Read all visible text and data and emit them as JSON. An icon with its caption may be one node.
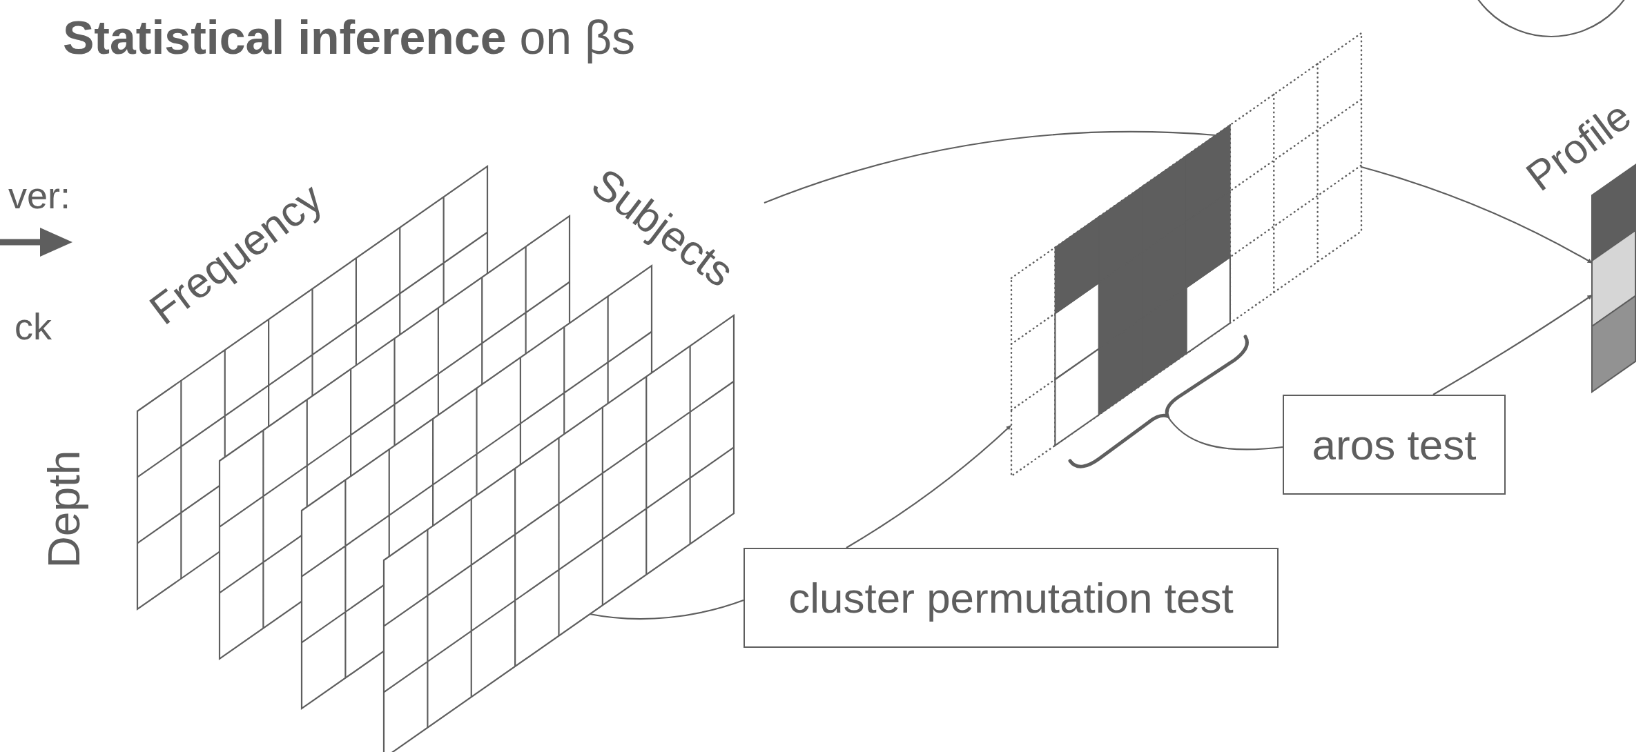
{
  "diagram": {
    "title": "**Statistical inference** on βs",
    "nodes": [
      {
        "text": [],
        "shape": "grid"
      },
      {
        "text": [],
        "shape": "grid"
      },
      {
        "text": [],
        "shape": "grid"
      },
      {
        "text": [],
        "shape": "grid"
      },
      {
        "text": [],
        "shape": "grid"
      },
      {
        "text": [],
        "shape": "cluster",
        "in": 4
      },
      {
        "text": [],
        "shape": "brace"
      },
      {
        "text": [
          "aros test"
        ]
      },
      {
        "text": [
          "cluster permutation test"
        ]
      },
      {
        "text": [],
        "shape": "bar",
        "beside": [
          "Profile"
        ]
      },
      {
        "text": [],
        "shape": "circle"
      }
    ],
    "edges": [
      {
        "from": null,
        "to": 5,
        "arrow": "none"
      },
      {
        "from": 8,
        "to": 4,
        "arrow": "to"
      },
      {
        "from": 8,
        "to": 3,
        "arrow": "none"
      },
      {
        "from": 7,
        "to": 6,
        "arrow": "none"
      },
      {
        "from": 4,
        "to": 9,
        "arrow": "to"
      },
      {
        "from": 7,
        "to": 9,
        "arrow": "to"
      }
    ],
    "labels": [
      "ver:",
      "ck",
      "Frequency",
      "Subjects",
      "Depth"
    ]
  }
}
